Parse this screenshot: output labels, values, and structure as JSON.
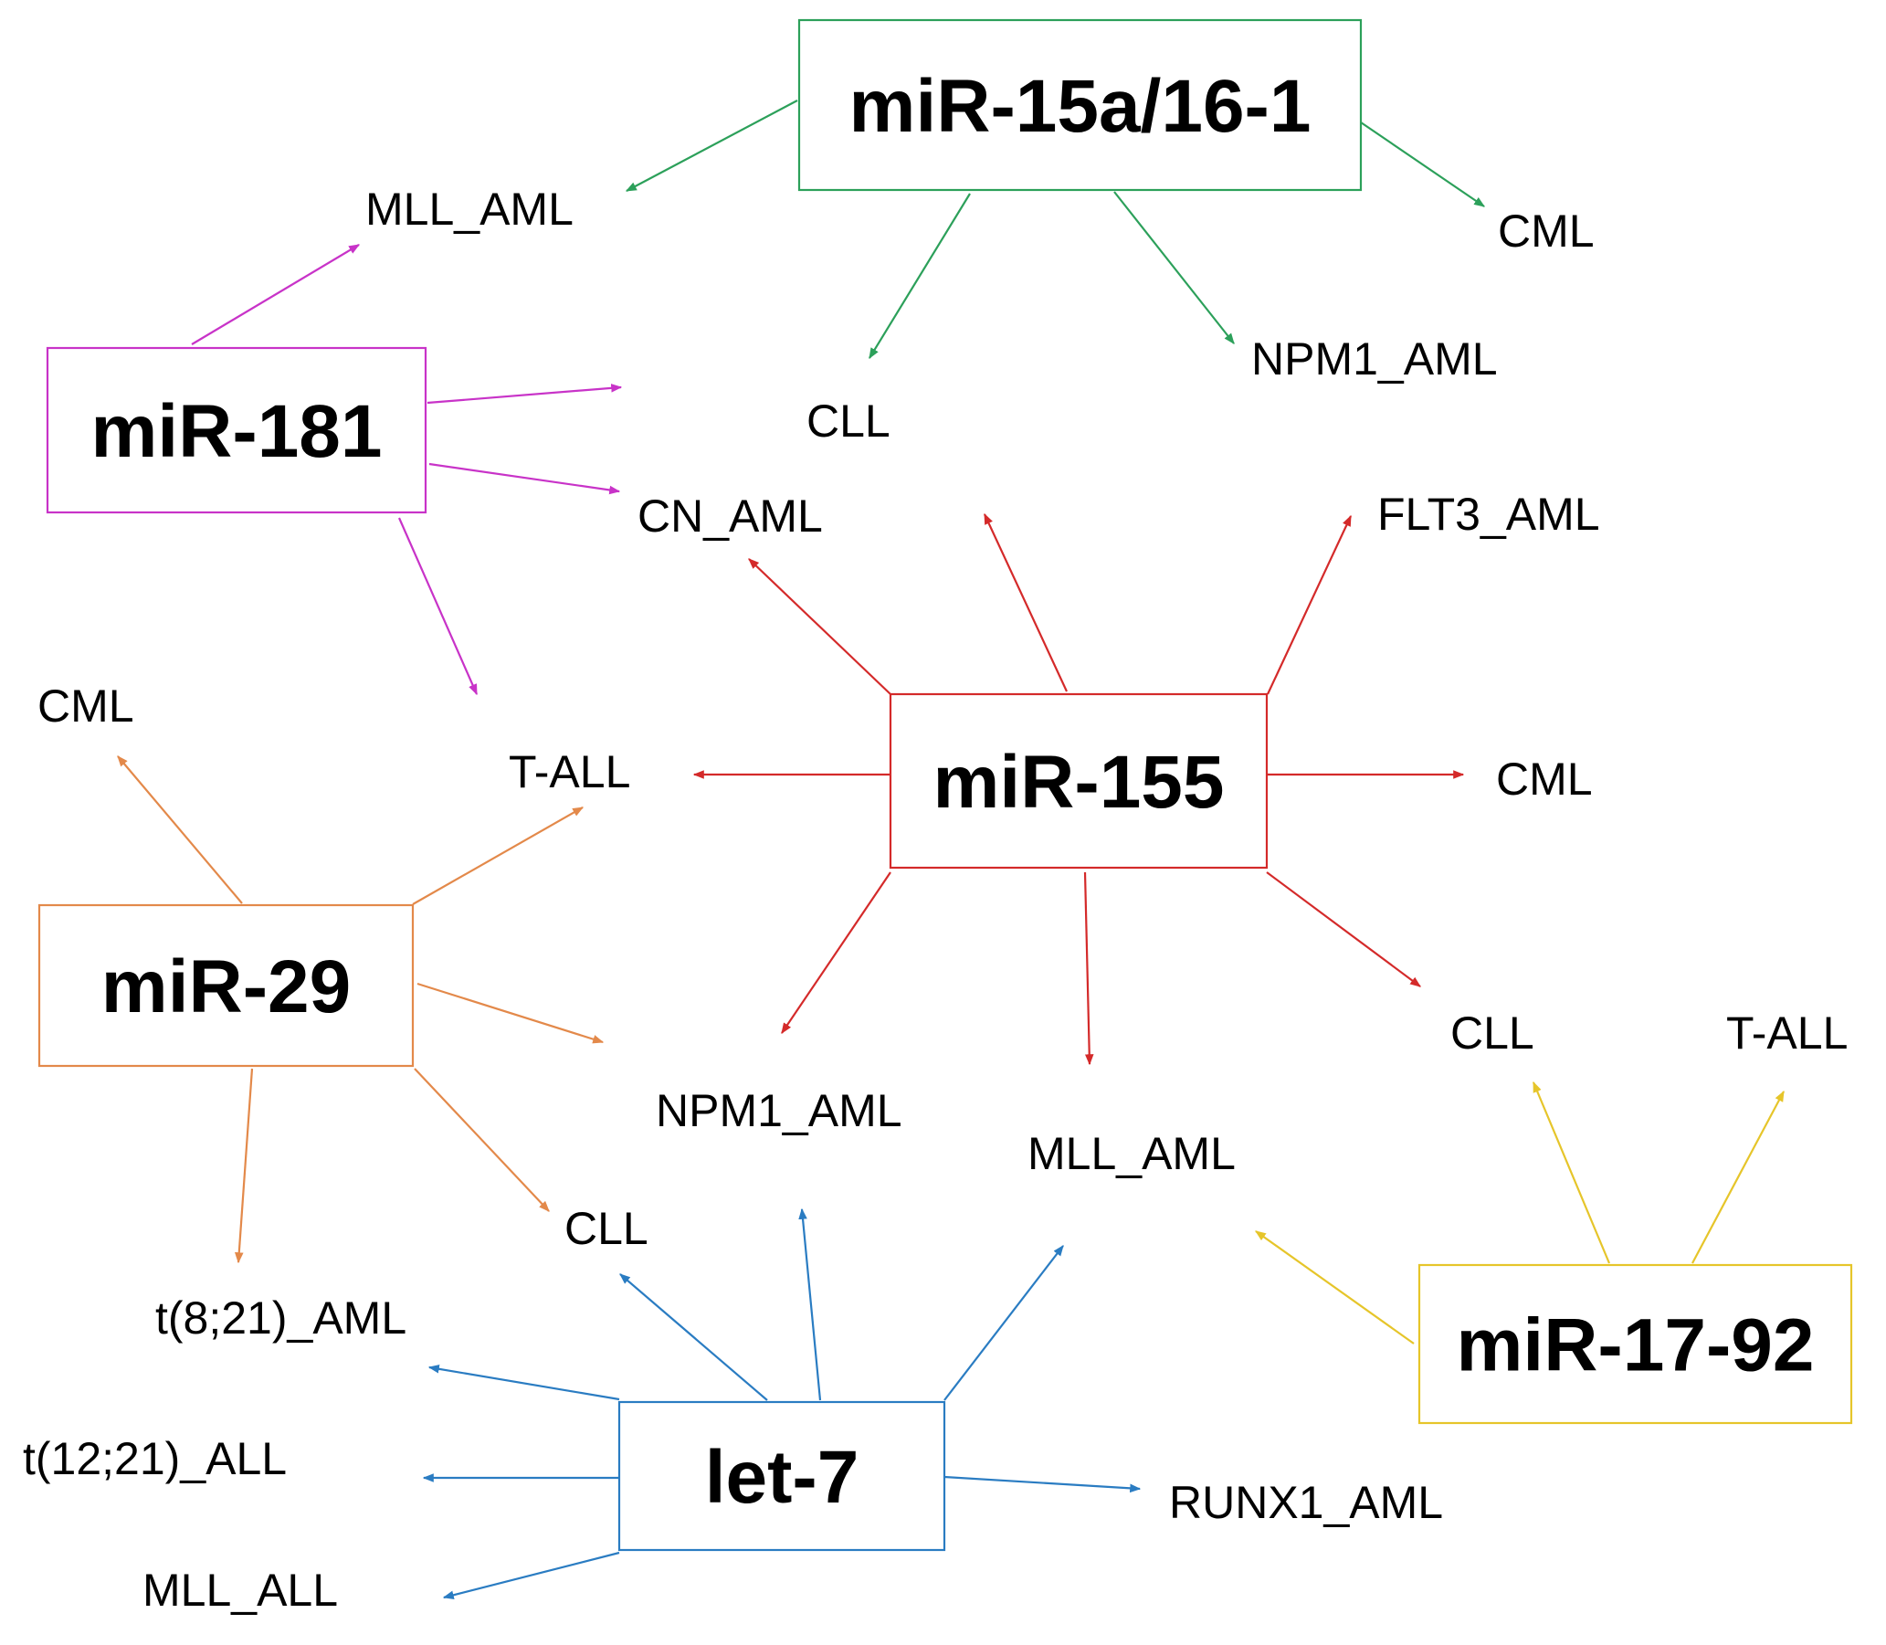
{
  "nodes": [
    {
      "id": "mir15",
      "label": "miR-15a/16-1",
      "color": "#2ca05a"
    },
    {
      "id": "mir181",
      "label": "miR-181",
      "color": "#c833c8"
    },
    {
      "id": "mir155",
      "label": "miR-155",
      "color": "#d42a2a"
    },
    {
      "id": "mir29",
      "label": "miR-29",
      "color": "#e3894a"
    },
    {
      "id": "let7",
      "label": "let-7",
      "color": "#2a7cc2"
    },
    {
      "id": "mir1792",
      "label": "miR-17-92",
      "color": "#e6c52a"
    }
  ],
  "targets": [
    {
      "id": "mll_aml_1",
      "label": "MLL_AML"
    },
    {
      "id": "cml_1",
      "label": "CML"
    },
    {
      "id": "npm1_aml_1",
      "label": "NPM1_AML"
    },
    {
      "id": "cll_1",
      "label": "CLL"
    },
    {
      "id": "cn_aml",
      "label": "CN_AML"
    },
    {
      "id": "flt3_aml",
      "label": "FLT3_AML"
    },
    {
      "id": "cml_2",
      "label": "CML"
    },
    {
      "id": "t_all_1",
      "label": "T-ALL"
    },
    {
      "id": "cml_3",
      "label": "CML"
    },
    {
      "id": "cll_2",
      "label": "CLL"
    },
    {
      "id": "t_all_2",
      "label": "T-ALL"
    },
    {
      "id": "npm1_aml_2",
      "label": "NPM1_AML"
    },
    {
      "id": "mll_aml_2",
      "label": "MLL_AML"
    },
    {
      "id": "cll_3",
      "label": "CLL"
    },
    {
      "id": "t821_aml",
      "label": "t(8;21)_AML"
    },
    {
      "id": "t1221_all",
      "label": "t(12;21)_ALL"
    },
    {
      "id": "mll_all",
      "label": "MLL_ALL"
    },
    {
      "id": "runx1_aml",
      "label": "RUNX1_AML"
    }
  ],
  "edges": [
    {
      "from": "mir15",
      "to": "mll_aml_1"
    },
    {
      "from": "mir15",
      "to": "cml_1"
    },
    {
      "from": "mir15",
      "to": "cll_1"
    },
    {
      "from": "mir15",
      "to": "npm1_aml_1"
    },
    {
      "from": "mir181",
      "to": "mll_aml_1"
    },
    {
      "from": "mir181",
      "to": "cll_1"
    },
    {
      "from": "mir181",
      "to": "cn_aml"
    },
    {
      "from": "mir181",
      "to": "t_all_1"
    },
    {
      "from": "mir155",
      "to": "cn_aml"
    },
    {
      "from": "mir155",
      "to": "cll_1"
    },
    {
      "from": "mir155",
      "to": "flt3_aml"
    },
    {
      "from": "mir155",
      "to": "t_all_1"
    },
    {
      "from": "mir155",
      "to": "cml_2"
    },
    {
      "from": "mir155",
      "to": "npm1_aml_2"
    },
    {
      "from": "mir155",
      "to": "mll_aml_2"
    },
    {
      "from": "mir155",
      "to": "cll_2"
    },
    {
      "from": "mir29",
      "to": "cml_3"
    },
    {
      "from": "mir29",
      "to": "t_all_1"
    },
    {
      "from": "mir29",
      "to": "npm1_aml_2"
    },
    {
      "from": "mir29",
      "to": "cll_3"
    },
    {
      "from": "mir29",
      "to": "t821_aml"
    },
    {
      "from": "let7",
      "to": "cll_3"
    },
    {
      "from": "let7",
      "to": "npm1_aml_2"
    },
    {
      "from": "let7",
      "to": "mll_aml_2"
    },
    {
      "from": "let7",
      "to": "t821_aml"
    },
    {
      "from": "let7",
      "to": "t1221_all"
    },
    {
      "from": "let7",
      "to": "mll_all"
    },
    {
      "from": "let7",
      "to": "runx1_aml"
    },
    {
      "from": "mir1792",
      "to": "cll_2"
    },
    {
      "from": "mir1792",
      "to": "t_all_2"
    },
    {
      "from": "mir1792",
      "to": "mll_aml_2"
    }
  ]
}
